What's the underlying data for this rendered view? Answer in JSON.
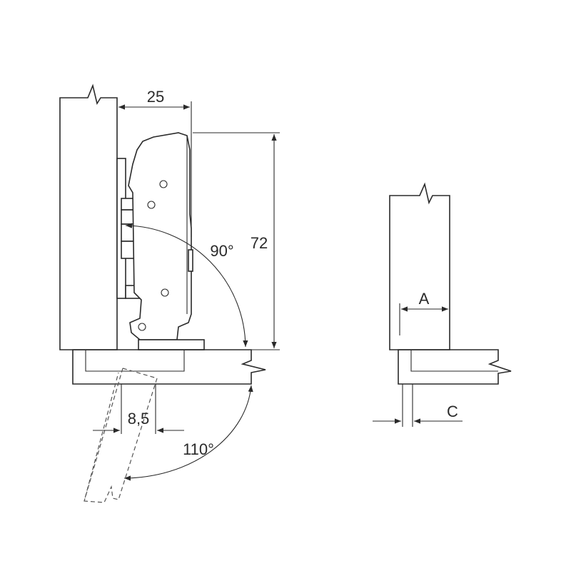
{
  "dimensions": {
    "width_25": "25",
    "height_72": "72",
    "angle_90": "90°",
    "angle_110": "110°",
    "offset_8_5": "8,5",
    "label_a": "A",
    "label_c": "C"
  },
  "colors": {
    "line": "#2a2a2a",
    "background": "#ffffff"
  }
}
